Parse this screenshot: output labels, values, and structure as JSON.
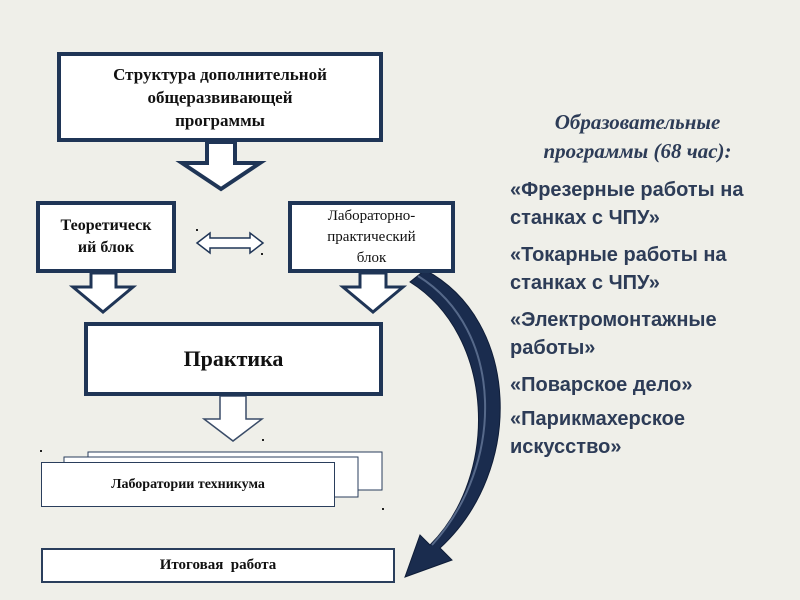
{
  "diagram": {
    "structure_box": {
      "lines": [
        "Структура дополнительной",
        "общеразвивающей",
        "программы"
      ]
    },
    "theory_box": {
      "lines": [
        "Теоретическ",
        "ий блок"
      ]
    },
    "lab_box": {
      "lines": [
        "Лабораторно-",
        "практический",
        "блок"
      ]
    },
    "practice_box": {
      "label": "Практика"
    },
    "labs_card": {
      "label": "Лаборатории техникума"
    },
    "final_box": {
      "label": "Итоговая  работа"
    },
    "colors": {
      "border": "#1f3556",
      "arrow_fill": "#ffffff",
      "curve": "#1a2c4e"
    }
  },
  "programs": {
    "title": "Образовательные программы (68 час):",
    "items": [
      "«Фрезерные работы на станках с ЧПУ»",
      "«Токарные работы на станках с ЧПУ»",
      "«Электромонтажные работы»",
      "«Поварское дело»",
      "«Парикмахерское искусство»"
    ]
  }
}
